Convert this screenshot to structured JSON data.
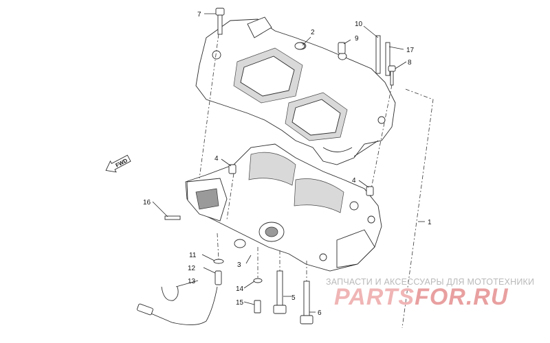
{
  "diagram": {
    "callouts": [
      {
        "id": "c1",
        "label": "1"
      },
      {
        "id": "c2",
        "label": "2"
      },
      {
        "id": "c3",
        "label": "3"
      },
      {
        "id": "c4a",
        "label": "4"
      },
      {
        "id": "c4b",
        "label": "4"
      },
      {
        "id": "c5",
        "label": "5"
      },
      {
        "id": "c6",
        "label": "6"
      },
      {
        "id": "c7",
        "label": "7"
      },
      {
        "id": "c8",
        "label": "8"
      },
      {
        "id": "c9",
        "label": "9"
      },
      {
        "id": "c10",
        "label": "10"
      },
      {
        "id": "c11",
        "label": "11"
      },
      {
        "id": "c12",
        "label": "12"
      },
      {
        "id": "c13",
        "label": "13"
      },
      {
        "id": "c14",
        "label": "14"
      },
      {
        "id": "c15",
        "label": "15"
      },
      {
        "id": "c16",
        "label": "16"
      },
      {
        "id": "c17",
        "label": "17"
      }
    ],
    "direction_arrow": {
      "label": "FWD"
    }
  },
  "watermark": {
    "caption": "ЗАПЧАСТИ И АКСЕССУАРЫ ДЛЯ МОТОТЕХНИКИ",
    "logo_part1": "PARTS",
    "logo_part2": "FOR.RU"
  }
}
